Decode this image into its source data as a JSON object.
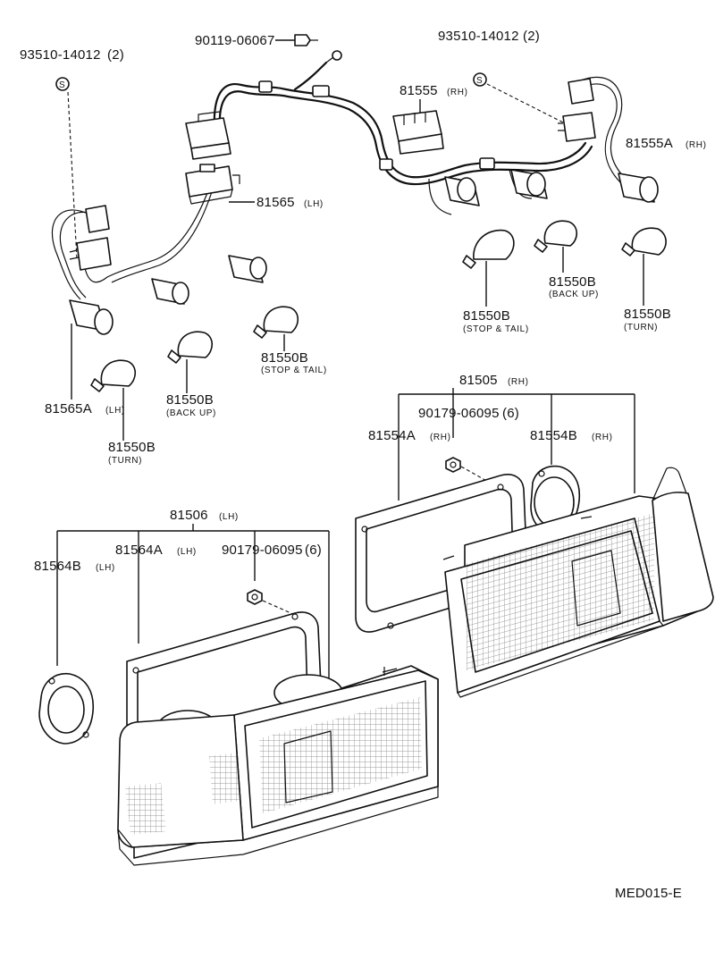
{
  "drawing_code": "MED015-E",
  "callouts": {
    "c01": {
      "pn": "90119-06067",
      "note": ""
    },
    "c02": {
      "pn": "93510-14012",
      "note": "(2)"
    },
    "c03": {
      "pn": "93510-14012",
      "note": "(2)"
    },
    "c04": {
      "pn": "81555",
      "note": "(RH)"
    },
    "c05": {
      "pn": "81555A",
      "note": "(RH)"
    },
    "c06": {
      "pn": "81565",
      "note": "(LH)"
    },
    "c07": {
      "pn": "81550B",
      "note": "(STOP & TAIL)"
    },
    "c08": {
      "pn": "81550B",
      "note": "(BACK UP)"
    },
    "c09": {
      "pn": "81550B",
      "note": "(TURN)"
    },
    "c10": {
      "pn": "81550B",
      "note": "(STOP & TAIL)"
    },
    "c11": {
      "pn": "81565A",
      "note": "(LH)"
    },
    "c12": {
      "pn": "81550B",
      "note": "(BACK UP)"
    },
    "c13": {
      "pn": "81550B",
      "note": "(TURN)"
    },
    "c14": {
      "pn": "81505",
      "note": "(RH)"
    },
    "c15": {
      "pn": "90179-06095",
      "note": "(6)"
    },
    "c16": {
      "pn": "81554A",
      "note": "(RH)"
    },
    "c17": {
      "pn": "81554B",
      "note": "(RH)"
    },
    "c18": {
      "pn": "81506",
      "note": "(LH)"
    },
    "c19": {
      "pn": "81564A",
      "note": "(LH)"
    },
    "c20": {
      "pn": "90179-06095",
      "note": "(6)"
    },
    "c21": {
      "pn": "81564B",
      "note": "(LH)"
    }
  },
  "symbols": {
    "s_mark": "S"
  }
}
